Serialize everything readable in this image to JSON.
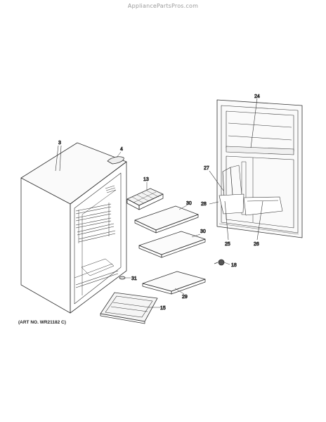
{
  "watermark": "AppliancePartsPros.com",
  "art_number": "(ART NO. WR21182 C)",
  "callouts": {
    "c3": "3",
    "c4": "4",
    "c13": "13",
    "c15": "15",
    "c18": "18",
    "c24": "24",
    "c25": "25",
    "c26": "26",
    "c27": "27",
    "c28": "28",
    "c29": "29",
    "c30a": "30",
    "c30b": "30",
    "c31": "31"
  }
}
